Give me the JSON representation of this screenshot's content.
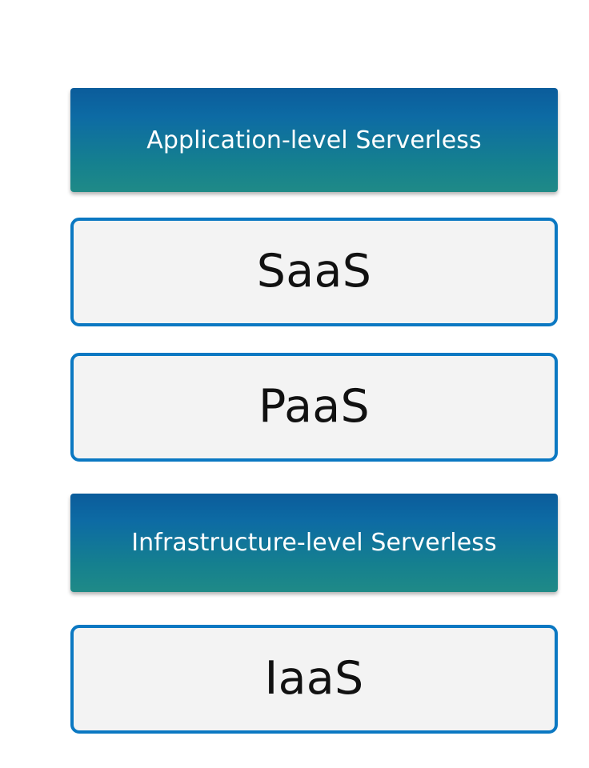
{
  "diagram": {
    "type": "layered-stack",
    "orientation": "vertical",
    "background_color": "#ffffff",
    "colors": {
      "gradient_top": "#0b5c9b",
      "gradient_bottom": "#1f8a87",
      "outline_border": "#0b78c2",
      "outline_fill": "#f3f3f3",
      "gradient_text": "#ffffff",
      "outline_text": "#111111"
    },
    "layers": [
      {
        "id": "application-level-serverless",
        "label": "Application-level Serverless",
        "style": "gradient"
      },
      {
        "id": "saas",
        "label": "SaaS",
        "style": "outlined"
      },
      {
        "id": "paas",
        "label": "PaaS",
        "style": "outlined"
      },
      {
        "id": "infrastructure-level-serverless",
        "label": "Infrastructure-level Serverless",
        "style": "gradient"
      },
      {
        "id": "iaas",
        "label": "IaaS",
        "style": "outlined"
      }
    ]
  }
}
